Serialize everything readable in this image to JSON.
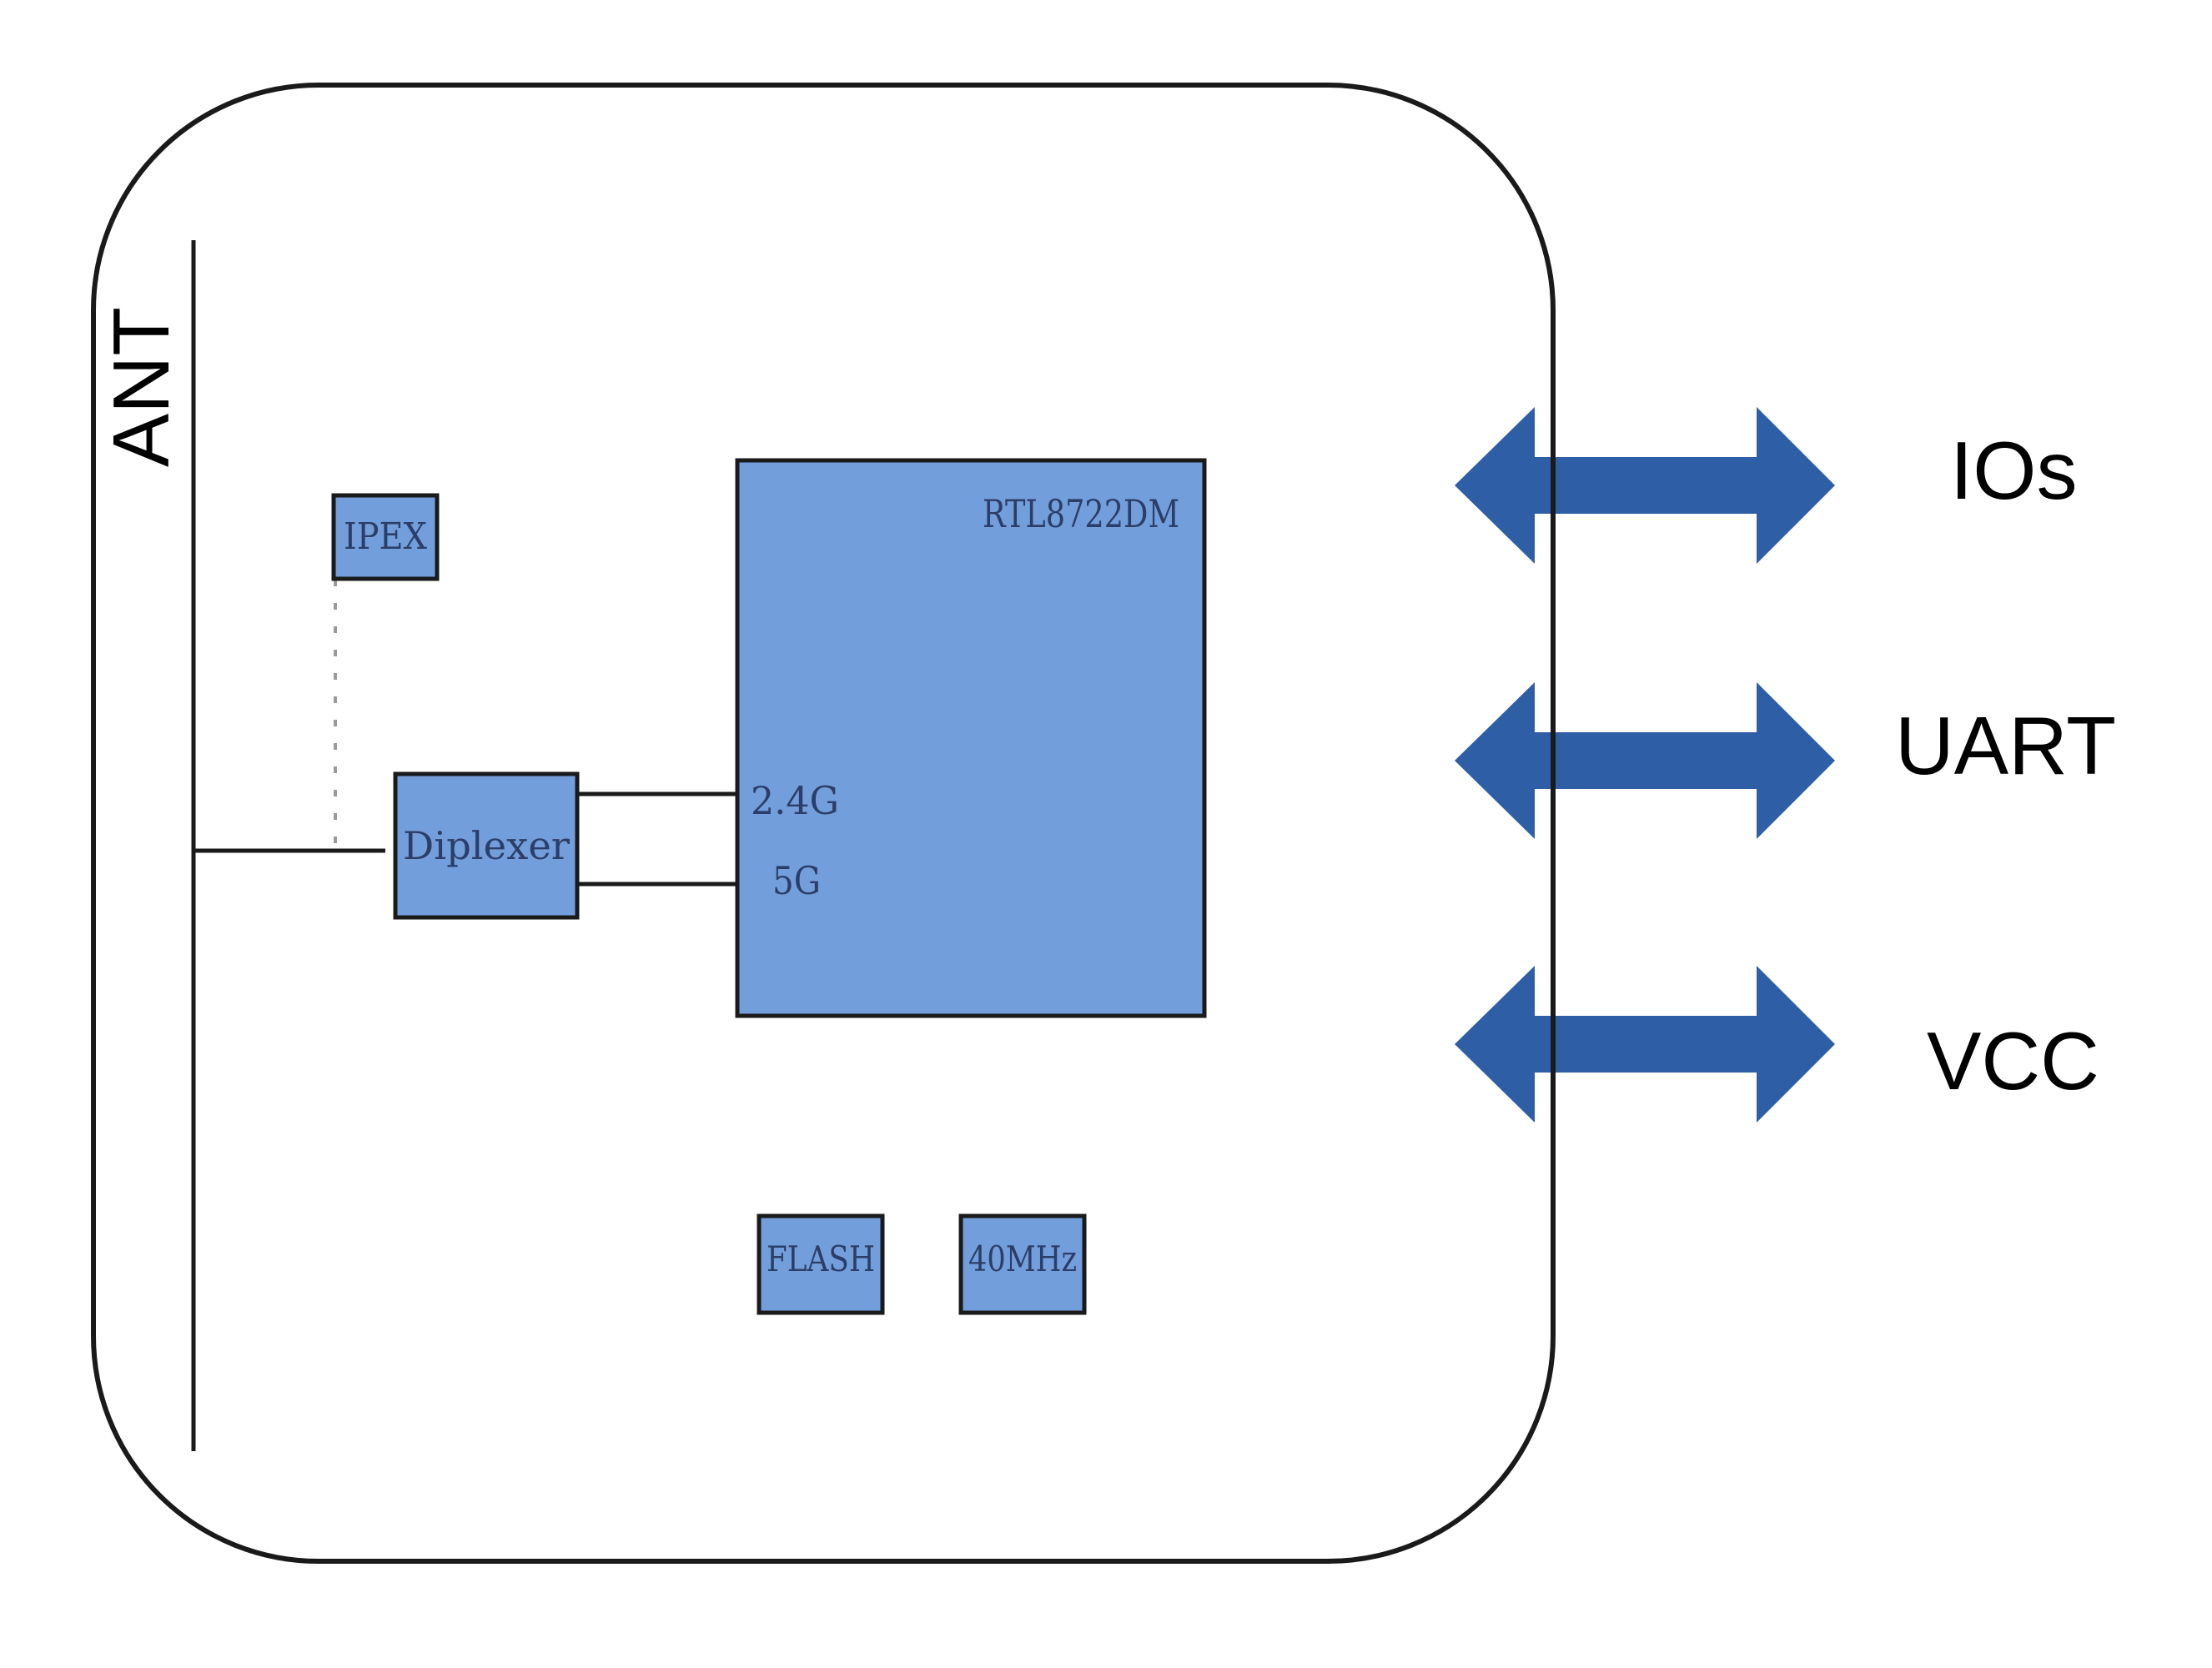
{
  "colors": {
    "block_fill": "#729fdc",
    "arrow_fill": "#2e5fa6",
    "outline": "#1a1a1a",
    "background": "#ffffff"
  },
  "antenna": {
    "label": "ANT"
  },
  "blocks": {
    "ipex": "IPEX",
    "diplexer": "Diplexer",
    "chip": "RTL8722DM",
    "flash": "FLASH",
    "crystal": "40MHz"
  },
  "ports": {
    "band_24": "2.4G",
    "band_5": "5G"
  },
  "interfaces": [
    {
      "label": "IOs",
      "icon": "double-arrow-icon"
    },
    {
      "label": "UART",
      "icon": "double-arrow-icon"
    },
    {
      "label": "VCC",
      "icon": "double-arrow-icon"
    }
  ]
}
